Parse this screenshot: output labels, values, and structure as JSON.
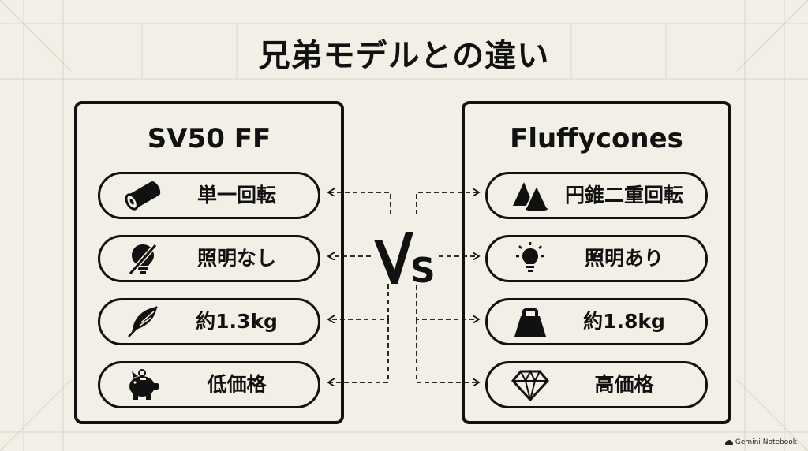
{
  "title": "兄弟モデルとの違い",
  "vs_letter": "S",
  "left": {
    "name": "SV50 FF",
    "features": [
      "単一回転",
      "照明なし",
      "約1.3kg",
      "低価格"
    ],
    "icons": [
      "cylinder-icon",
      "bulb-off-icon",
      "feather-icon",
      "piggy-bank-icon"
    ]
  },
  "right": {
    "name": "Fluffycones",
    "features": [
      "円錐二重回転",
      "照明あり",
      "約1.8kg",
      "高価格"
    ],
    "icons": [
      "cones-icon",
      "bulb-on-icon",
      "weight-icon",
      "diamond-icon"
    ]
  },
  "watermark": "Gemini Notebook",
  "colors": {
    "background": "#f2efe6",
    "ink": "#111111",
    "grid": "#d9d4c8"
  }
}
